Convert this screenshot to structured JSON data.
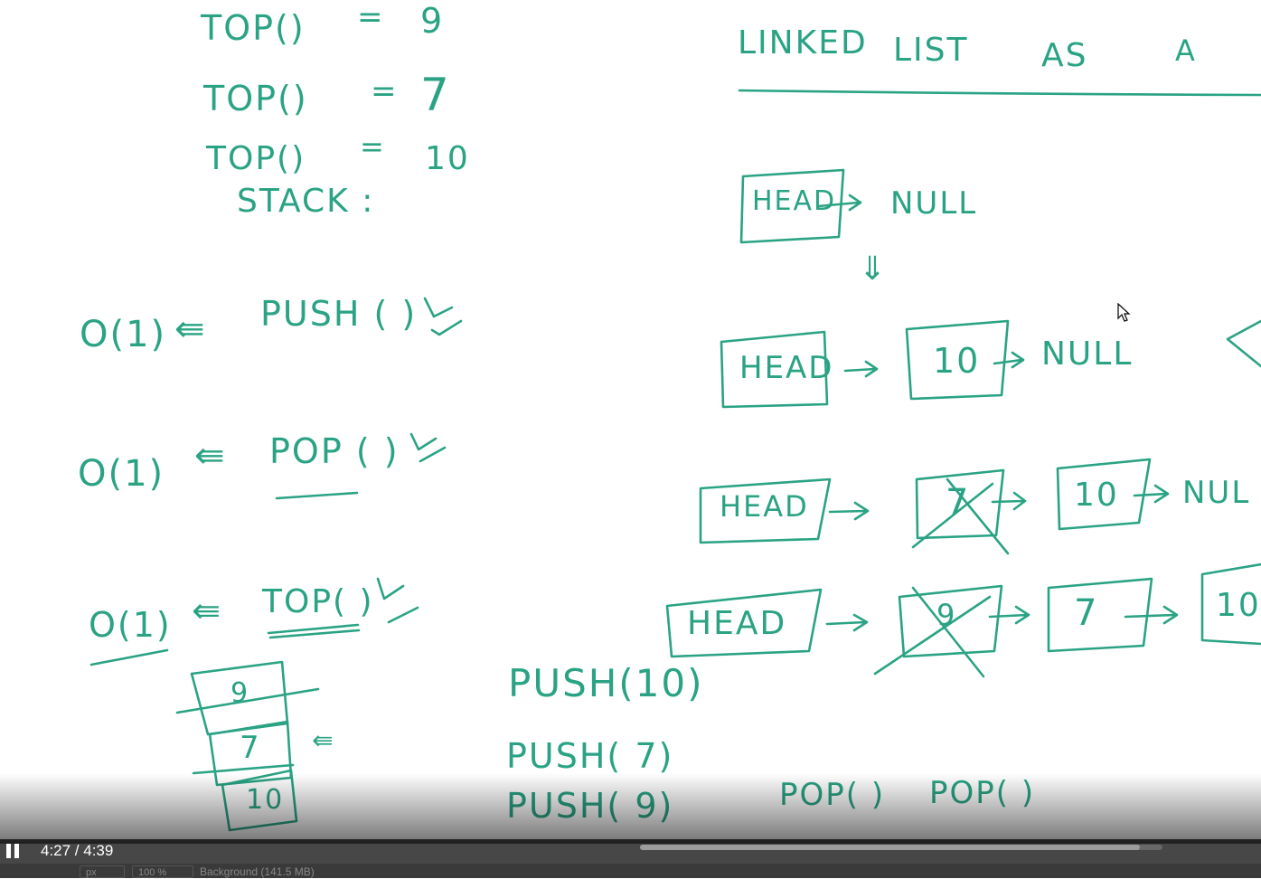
{
  "whiteboard": {
    "top_calls": [
      "TOP()",
      "TOP()",
      "TOP()"
    ],
    "top_results": [
      "9",
      "7",
      "10"
    ],
    "equals_sign": "=",
    "stack_label": "STACK :",
    "complexities": [
      {
        "order": "O(1)",
        "op": "PUSH ( )"
      },
      {
        "order": "O(1)",
        "op": "POP ( )"
      },
      {
        "order": "O(1)",
        "op": "TOP( )"
      }
    ],
    "arrow_left": "⇚",
    "stack_values": [
      "9",
      "7",
      "10"
    ],
    "push_calls": [
      "PUSH(10)",
      "PUSH( 7)",
      "PUSH( 9)"
    ],
    "pop_calls": [
      "POP( )",
      "POP( )"
    ],
    "title_words": [
      "LINKED",
      "LIST",
      "AS",
      "A"
    ],
    "head_label": "HEAD",
    "null_label": "NULL",
    "null_cut": "NUL",
    "double_down": "⇓",
    "node_values": {
      "row2": [
        "10"
      ],
      "row3": [
        "7",
        "10"
      ],
      "row4": [
        "9",
        "7",
        "10"
      ]
    }
  },
  "player": {
    "time": "4:27 / 4:39",
    "progress": 0.957,
    "status_unit": "px",
    "status_zoom": "100 %",
    "status_text": "Background (141.5 MB)"
  },
  "colors": {
    "ink": "#2aa384",
    "bar": "#1b1b1b"
  }
}
